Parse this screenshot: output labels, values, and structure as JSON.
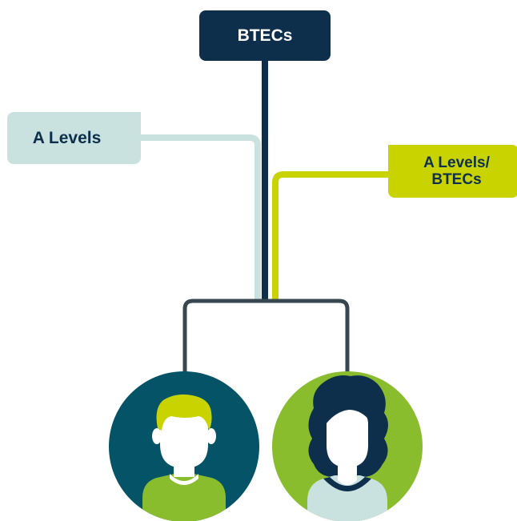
{
  "diagram": {
    "top_node": {
      "label": "BTECs",
      "color": "#0e2f4b"
    },
    "left_node": {
      "label": "A Levels",
      "color": "#c9e2df"
    },
    "right_node": {
      "line1": "A Levels/",
      "line2": "BTECs",
      "color": "#c9d300"
    },
    "people": [
      {
        "name": "student-boy",
        "background": "#045366",
        "hair": "#c9d300",
        "body": "#8abd2e"
      },
      {
        "name": "student-girl",
        "background": "#8abd2e",
        "hair": "#0e2f4b",
        "body": "#c9e2df"
      }
    ],
    "connector_color": "#37474f"
  }
}
